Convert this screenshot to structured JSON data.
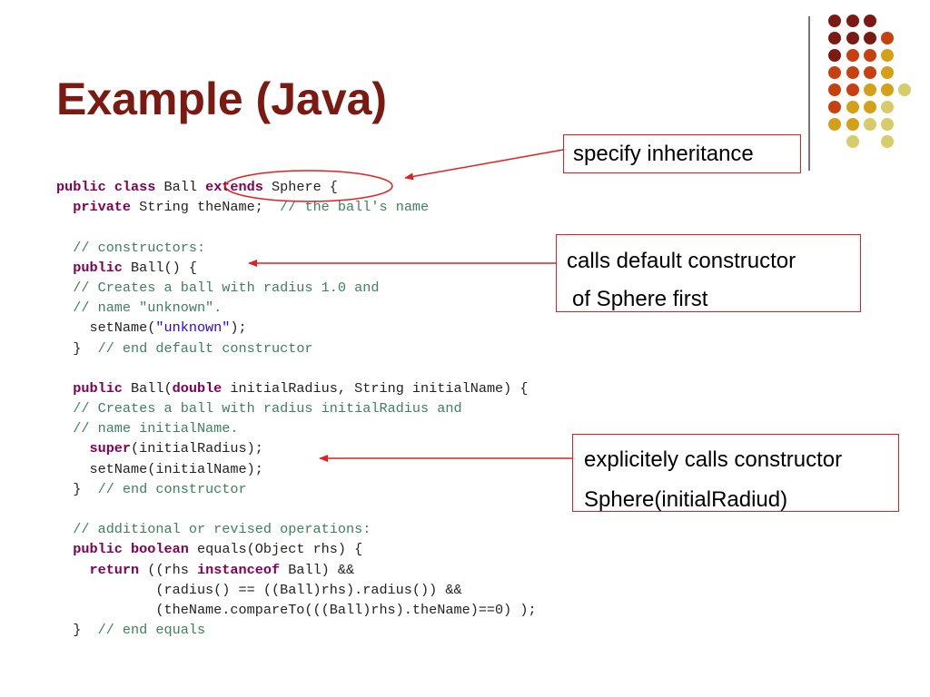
{
  "slide": {
    "title": "Example (Java)",
    "accent_color": "#7a1a12",
    "code_colors": {
      "keyword": "#7f0055",
      "comment": "#3f7f5f",
      "string": "#2a00ff",
      "text": "#222222"
    },
    "annotation_color": "#e02020",
    "decoration": {
      "icon": "dot-grid-icon",
      "palette": [
        "#7a1a12",
        "#c8400f",
        "#d4a017",
        "#d6cc6a"
      ]
    },
    "code_lines": [
      [
        [
          "kw",
          "public"
        ],
        [
          "tx",
          " "
        ],
        [
          "kw",
          "class"
        ],
        [
          "tx",
          " Ball "
        ],
        [
          "kw",
          "extends"
        ],
        [
          "tx",
          " Sphere {"
        ]
      ],
      [
        [
          "tx",
          "  "
        ],
        [
          "kw",
          "private"
        ],
        [
          "tx",
          " String theName;  "
        ],
        [
          "cm",
          "// the ball's name"
        ]
      ],
      [],
      [
        [
          "tx",
          "  "
        ],
        [
          "cm",
          "// constructors:"
        ]
      ],
      [
        [
          "tx",
          "  "
        ],
        [
          "kw",
          "public"
        ],
        [
          "tx",
          " Ball() {"
        ]
      ],
      [
        [
          "tx",
          "  "
        ],
        [
          "cm",
          "// Creates a ball with radius 1.0 and"
        ]
      ],
      [
        [
          "tx",
          "  "
        ],
        [
          "cm",
          "// name \"unknown\"."
        ]
      ],
      [
        [
          "tx",
          "    setName("
        ],
        [
          "str",
          "\"unknown\""
        ],
        [
          "tx",
          ");"
        ]
      ],
      [
        [
          "tx",
          "  }  "
        ],
        [
          "cm",
          "// end default constructor"
        ]
      ],
      [],
      [
        [
          "tx",
          "  "
        ],
        [
          "kw",
          "public"
        ],
        [
          "tx",
          " Ball("
        ],
        [
          "kw",
          "double"
        ],
        [
          "tx",
          " initialRadius, String initialName) {"
        ]
      ],
      [
        [
          "tx",
          "  "
        ],
        [
          "cm",
          "// Creates a ball with radius initialRadius and"
        ]
      ],
      [
        [
          "tx",
          "  "
        ],
        [
          "cm",
          "// name initialName."
        ]
      ],
      [
        [
          "tx",
          "    "
        ],
        [
          "kw",
          "super"
        ],
        [
          "tx",
          "(initialRadius);"
        ]
      ],
      [
        [
          "tx",
          "    setName(initialName);"
        ]
      ],
      [
        [
          "tx",
          "  }  "
        ],
        [
          "cm",
          "// end constructor"
        ]
      ],
      [],
      [
        [
          "tx",
          "  "
        ],
        [
          "cm",
          "// additional or revised operations:"
        ]
      ],
      [
        [
          "tx",
          "  "
        ],
        [
          "kw",
          "public"
        ],
        [
          "tx",
          " "
        ],
        [
          "kw",
          "boolean"
        ],
        [
          "tx",
          " equals(Object rhs) {"
        ]
      ],
      [
        [
          "tx",
          "    "
        ],
        [
          "kw",
          "return"
        ],
        [
          "tx",
          " ((rhs "
        ],
        [
          "kw",
          "instanceof"
        ],
        [
          "tx",
          " Ball) &&"
        ]
      ],
      [
        [
          "tx",
          "            (radius() == ((Ball)rhs).radius()) &&"
        ]
      ],
      [
        [
          "tx",
          "            (theName.compareTo(((Ball)rhs).theName)==0) );"
        ]
      ],
      [
        [
          "tx",
          "  }  "
        ],
        [
          "cm",
          "// end equals"
        ]
      ]
    ],
    "callouts": {
      "inheritance": {
        "lines": [
          "specify inheritance"
        ]
      },
      "default_constructor": {
        "lines": [
          "calls default constructor",
          "of Sphere first"
        ]
      },
      "explicit_constructor": {
        "lines": [
          "explicitely calls constructor",
          "Sphere(initialRadiud)"
        ]
      }
    }
  }
}
